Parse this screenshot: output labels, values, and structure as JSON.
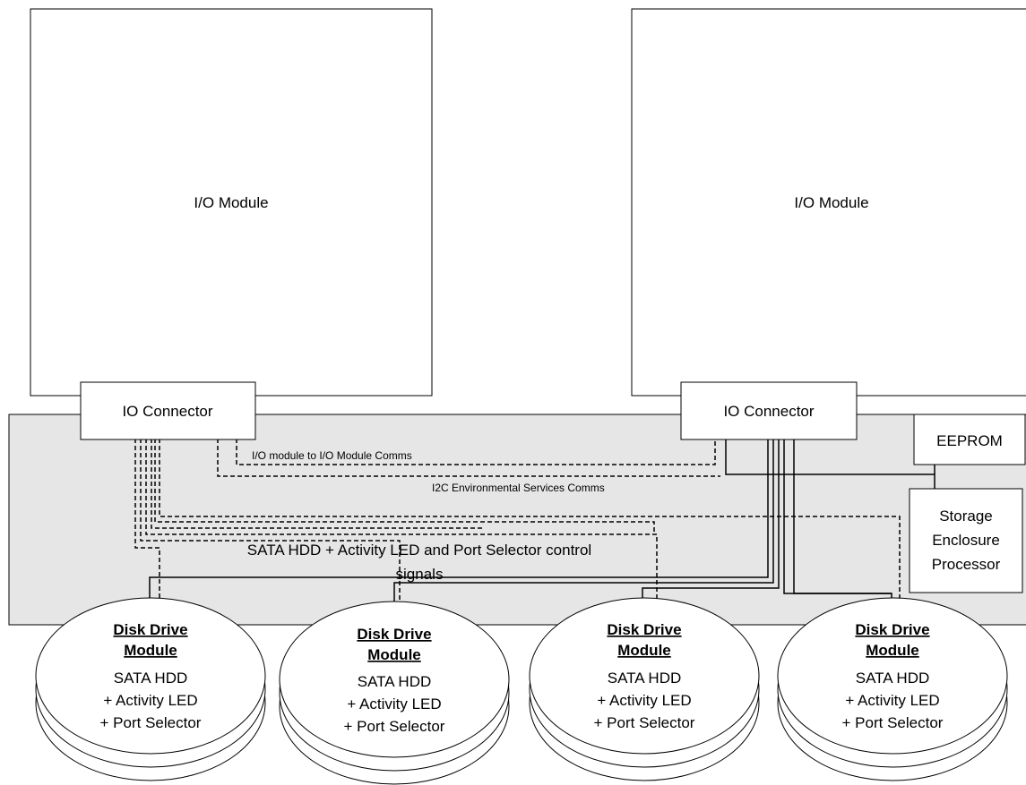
{
  "io_modules": [
    {
      "label": "I/O Module"
    },
    {
      "label": "I/O Module"
    }
  ],
  "io_connectors": [
    {
      "label": "IO Connector"
    },
    {
      "label": "IO Connector"
    }
  ],
  "eeprom": {
    "label": "EEPROM"
  },
  "sep": {
    "lines": [
      "Storage",
      "Enclosure",
      "Processor"
    ]
  },
  "links": {
    "io_comms": "I/O module to I/O Module Comms",
    "i2c_comms": "I2C Environmental Services Comms",
    "sata_signals_line1": "SATA HDD + Activity LED and Port Selector control",
    "sata_signals_line2": "signals"
  },
  "disk_drives": [
    {
      "title_line1": "Disk Drive",
      "title_line2": "Module",
      "lines": [
        "SATA HDD",
        "+ Activity LED",
        "+ Port Selector"
      ]
    },
    {
      "title_line1": "Disk Drive",
      "title_line2": "Module",
      "lines": [
        "SATA HDD",
        "+ Activity LED",
        "+ Port Selector"
      ]
    },
    {
      "title_line1": "Disk Drive",
      "title_line2": "Module",
      "lines": [
        "SATA HDD",
        "+ Activity LED",
        "+ Port Selector"
      ]
    },
    {
      "title_line1": "Disk Drive",
      "title_line2": "Module",
      "lines": [
        "SATA HDD",
        "+ Activity LED",
        "+ Port Selector"
      ]
    }
  ],
  "colors": {
    "panel": "#e6e6e6",
    "line": "#000000",
    "box": "#ffffff"
  }
}
